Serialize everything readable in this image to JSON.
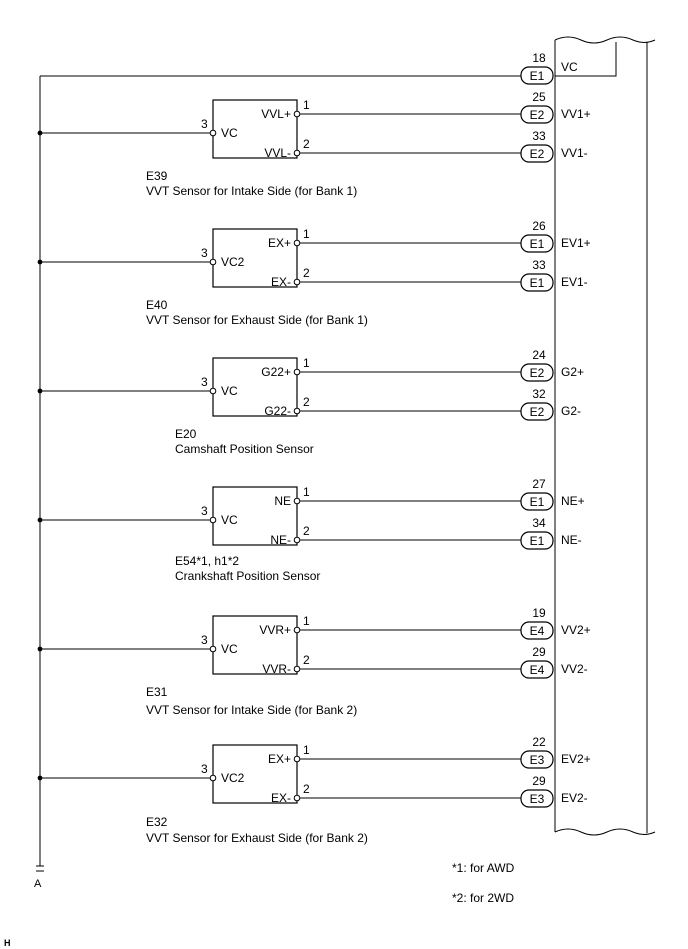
{
  "ecu": {
    "top_pin_number": "18",
    "top_connector": "E1",
    "top_terminal": "VC"
  },
  "sensors": [
    {
      "code": "E39",
      "name": "VVT Sensor for Intake Side (for Bank 1)",
      "power_pin": "3",
      "power_label": "VC",
      "pins": [
        {
          "pin": "1",
          "label": "VVL+",
          "ecu_pin": "25",
          "connector": "E2",
          "ecu_terminal": "VV1+"
        },
        {
          "pin": "2",
          "label": "VVL-",
          "ecu_pin": "33",
          "connector": "E2",
          "ecu_terminal": "VV1-"
        }
      ]
    },
    {
      "code": "E40",
      "name": "VVT Sensor for Exhaust Side (for Bank 1)",
      "power_pin": "3",
      "power_label": "VC2",
      "pins": [
        {
          "pin": "1",
          "label": "EX+",
          "ecu_pin": "26",
          "connector": "E1",
          "ecu_terminal": "EV1+"
        },
        {
          "pin": "2",
          "label": "EX-",
          "ecu_pin": "33",
          "connector": "E1",
          "ecu_terminal": "EV1-"
        }
      ]
    },
    {
      "code": "E20",
      "name": "Camshaft Position Sensor",
      "power_pin": "3",
      "power_label": "VC",
      "pins": [
        {
          "pin": "1",
          "label": "G22+",
          "ecu_pin": "24",
          "connector": "E2",
          "ecu_terminal": "G2+"
        },
        {
          "pin": "2",
          "label": "G22-",
          "ecu_pin": "32",
          "connector": "E2",
          "ecu_terminal": "G2-"
        }
      ]
    },
    {
      "code": "E54*1, h1*2",
      "name": "Crankshaft Position Sensor",
      "power_pin": "3",
      "power_label": "VC",
      "pins": [
        {
          "pin": "1",
          "label": "NE",
          "ecu_pin": "27",
          "connector": "E1",
          "ecu_terminal": "NE+"
        },
        {
          "pin": "2",
          "label": "NE-",
          "ecu_pin": "34",
          "connector": "E1",
          "ecu_terminal": "NE-"
        }
      ]
    },
    {
      "code": "E31",
      "name": "VVT Sensor for Intake Side (for Bank 2)",
      "power_pin": "3",
      "power_label": "VC",
      "pins": [
        {
          "pin": "1",
          "label": "VVR+",
          "ecu_pin": "19",
          "connector": "E4",
          "ecu_terminal": "VV2+"
        },
        {
          "pin": "2",
          "label": "VVR-",
          "ecu_pin": "29",
          "connector": "E4",
          "ecu_terminal": "VV2-"
        }
      ]
    },
    {
      "code": "E32",
      "name": "VVT Sensor for Exhaust Side (for Bank 2)",
      "power_pin": "3",
      "power_label": "VC2",
      "pins": [
        {
          "pin": "1",
          "label": "EX+",
          "ecu_pin": "22",
          "connector": "E3",
          "ecu_terminal": "EV2+"
        },
        {
          "pin": "2",
          "label": "EX-",
          "ecu_pin": "29",
          "connector": "E3",
          "ecu_terminal": "EV2-"
        }
      ]
    }
  ],
  "ground_label": "A",
  "notes": [
    "*1: for AWD",
    "*2: for 2WD"
  ],
  "corner_mark": "H"
}
